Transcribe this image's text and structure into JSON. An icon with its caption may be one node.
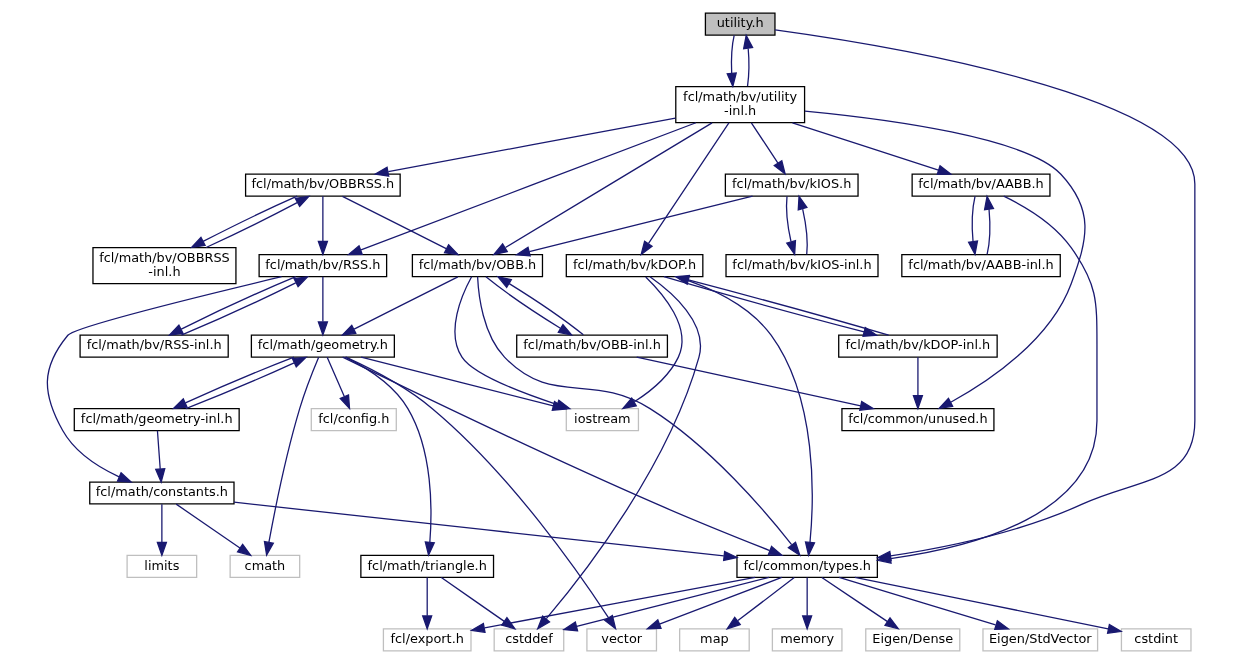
{
  "diagram": {
    "nodes": [
      {
        "text": [
          "utility.h"
        ]
      },
      {
        "text": [
          "fcl/math/bv/utility -inl.h"
        ]
      },
      {
        "text": [
          "fcl/math/bv/AABB.h"
        ]
      },
      {
        "text": [
          "fcl/math/bv/AABB-inl.h"
        ]
      },
      {
        "text": [
          "fcl/math/bv/kIOS.h"
        ]
      },
      {
        "text": [
          "fcl/math/bv/kIOS-inl.h"
        ]
      },
      {
        "text": [
          "fcl/math/bv/OBBRSS.h"
        ]
      },
      {
        "text": [
          "fcl/math/bv/OBBRSS -inl.h"
        ]
      },
      {
        "text": [
          "fcl/math/bv/RSS.h"
        ]
      },
      {
        "text": [
          "fcl/math/bv/RSS-inl.h"
        ]
      },
      {
        "text": [
          "fcl/math/bv/kDOP.h"
        ]
      },
      {
        "text": [
          "fcl/math/bv/kDOP-inl.h"
        ]
      },
      {
        "text": [
          "fcl/math/bv/OBB.h"
        ]
      },
      {
        "text": [
          "fcl/math/bv/OBB-inl.h"
        ]
      },
      {
        "text": [
          "fcl/math/geometry.h"
        ]
      },
      {
        "text": [
          "fcl/math/geometry-inl.h"
        ]
      },
      {
        "text": [
          "fcl/common/unused.h"
        ]
      },
      {
        "text": [
          "iostream"
        ]
      },
      {
        "text": [
          "fcl/config.h"
        ]
      },
      {
        "text": [
          "fcl/math/constants.h"
        ]
      },
      {
        "text": [
          "fcl/common/types.h"
        ]
      },
      {
        "text": [
          "fcl/math/triangle.h"
        ]
      },
      {
        "text": [
          "cmath"
        ]
      },
      {
        "text": [
          "limits"
        ]
      },
      {
        "text": [
          "memory"
        ]
      },
      {
        "text": [
          "Eigen/Dense"
        ]
      },
      {
        "text": [
          "Eigen/StdVector"
        ]
      },
      {
        "text": [
          "cstdint"
        ]
      },
      {
        "text": [
          "map"
        ]
      },
      {
        "text": [
          "cstddef"
        ]
      },
      {
        "text": [
          "fcl/export.h"
        ]
      },
      {
        "text": [
          "vector"
        ]
      }
    ],
    "edges": [
      {
        "from": 0,
        "to": 1,
        "arrow": "to"
      },
      {
        "from": 1,
        "to": 0,
        "arrow": "to"
      },
      {
        "from": 0,
        "to": 20,
        "arrow": "to"
      },
      {
        "from": 1,
        "to": 2,
        "arrow": "to"
      },
      {
        "from": 1,
        "to": 10,
        "arrow": "to"
      },
      {
        "from": 1,
        "to": 16,
        "arrow": "to"
      },
      {
        "from": 1,
        "to": 4,
        "arrow": "to"
      },
      {
        "from": 1,
        "to": 12,
        "arrow": "to"
      },
      {
        "from": 1,
        "to": 6,
        "arrow": "to"
      },
      {
        "from": 1,
        "to": 8,
        "arrow": "to"
      },
      {
        "from": 2,
        "to": 3,
        "arrow": "to"
      },
      {
        "from": 3,
        "to": 2,
        "arrow": "to"
      },
      {
        "from": 2,
        "to": 20,
        "arrow": "to"
      },
      {
        "from": 4,
        "to": 5,
        "arrow": "to"
      },
      {
        "from": 5,
        "to": 4,
        "arrow": "to"
      },
      {
        "from": 4,
        "to": 12,
        "arrow": "to"
      },
      {
        "from": 6,
        "to": 12,
        "arrow": "to"
      },
      {
        "from": 6,
        "to": 7,
        "arrow": "to"
      },
      {
        "from": 7,
        "to": 6,
        "arrow": "to"
      },
      {
        "from": 6,
        "to": 8,
        "arrow": "to"
      },
      {
        "from": 8,
        "to": 14,
        "arrow": "to"
      },
      {
        "from": 8,
        "to": 9,
        "arrow": "to"
      },
      {
        "from": 9,
        "to": 8,
        "arrow": "to"
      },
      {
        "from": 8,
        "to": 19,
        "arrow": "to"
      },
      {
        "from": 10,
        "to": 20,
        "arrow": "to"
      },
      {
        "from": 10,
        "to": 11,
        "arrow": "to"
      },
      {
        "from": 11,
        "to": 10,
        "arrow": "to"
      },
      {
        "from": 10,
        "to": 17,
        "arrow": "to"
      },
      {
        "from": 10,
        "to": 29,
        "arrow": "to"
      },
      {
        "from": 11,
        "to": 16,
        "arrow": "to"
      },
      {
        "from": 12,
        "to": 13,
        "arrow": "to"
      },
      {
        "from": 13,
        "to": 12,
        "arrow": "to"
      },
      {
        "from": 12,
        "to": 14,
        "arrow": "to"
      },
      {
        "from": 12,
        "to": 17,
        "arrow": "to"
      },
      {
        "from": 12,
        "to": 20,
        "arrow": "to"
      },
      {
        "from": 13,
        "to": 16,
        "arrow": "to"
      },
      {
        "from": 14,
        "to": 17,
        "arrow": "to"
      },
      {
        "from": 14,
        "to": 20,
        "arrow": "to"
      },
      {
        "from": 14,
        "to": 21,
        "arrow": "to"
      },
      {
        "from": 14,
        "to": 18,
        "arrow": "to"
      },
      {
        "from": 14,
        "to": 15,
        "arrow": "to"
      },
      {
        "from": 15,
        "to": 14,
        "arrow": "to"
      },
      {
        "from": 14,
        "to": 22,
        "arrow": "to"
      },
      {
        "from": 14,
        "to": 31,
        "arrow": "to"
      },
      {
        "from": 15,
        "to": 19,
        "arrow": "to"
      },
      {
        "from": 19,
        "to": 20,
        "arrow": "to"
      },
      {
        "from": 19,
        "to": 22,
        "arrow": "to"
      },
      {
        "from": 19,
        "to": 23,
        "arrow": "to"
      },
      {
        "from": 20,
        "to": 24,
        "arrow": "to"
      },
      {
        "from": 20,
        "to": 25,
        "arrow": "to"
      },
      {
        "from": 20,
        "to": 26,
        "arrow": "to"
      },
      {
        "from": 20,
        "to": 27,
        "arrow": "to"
      },
      {
        "from": 20,
        "to": 28,
        "arrow": "to"
      },
      {
        "from": 20,
        "to": 29,
        "arrow": "to"
      },
      {
        "from": 20,
        "to": 30,
        "arrow": "to"
      },
      {
        "from": 20,
        "to": 31,
        "arrow": "to"
      },
      {
        "from": 21,
        "to": 29,
        "arrow": "to"
      },
      {
        "from": 21,
        "to": 30,
        "arrow": "to"
      }
    ]
  }
}
